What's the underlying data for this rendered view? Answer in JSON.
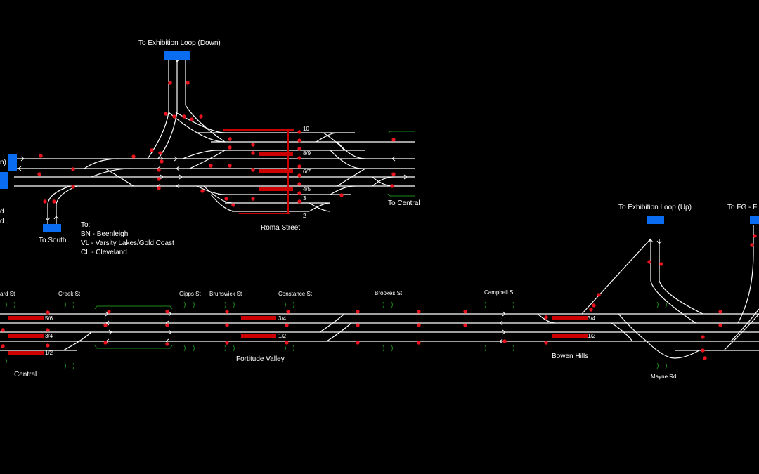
{
  "window": {
    "background": "#000000"
  },
  "colors": {
    "track": "#ffffff",
    "signal": "#e8141e",
    "platform": "#cc0000",
    "exit": "#0a6cf0",
    "boundary": "#1a8a1a"
  },
  "labels": {
    "exhibition_down": "To Exhibition Loop (Down)",
    "exhibition_up": "To Exhibition Loop (Up)",
    "to_fg": "To FG - F",
    "to_south": "To South",
    "to_central": "To Central",
    "roma_street": "Roma Street",
    "fortitude_valley": "Fortitude Valley",
    "bowen_hills": "Bowen Hills",
    "central": "Central",
    "mayne_rd": "Mayne Rd",
    "edge_n": "n)",
    "edge_d1": "d",
    "edge_d2": "d"
  },
  "legend": {
    "title": "To:",
    "lines": [
      "BN - Beenleigh",
      "VL - Varsity Lakes/Gold Coast",
      "CL - Cleveland"
    ]
  },
  "streets": [
    "ard St",
    "Creek St",
    "Gipps St",
    "Brunswick St",
    "Constance St",
    "Brookes St",
    "Campbell St"
  ],
  "roma_platforms": [
    "10",
    "8/9",
    "6/7",
    "4/5",
    "3",
    "2"
  ],
  "central_platforms": [
    "5/6",
    "3/4",
    "1/2"
  ],
  "valley_platforms": [
    "3/4",
    "1/2"
  ],
  "bowen_platforms": [
    "3/4",
    "1/2"
  ]
}
